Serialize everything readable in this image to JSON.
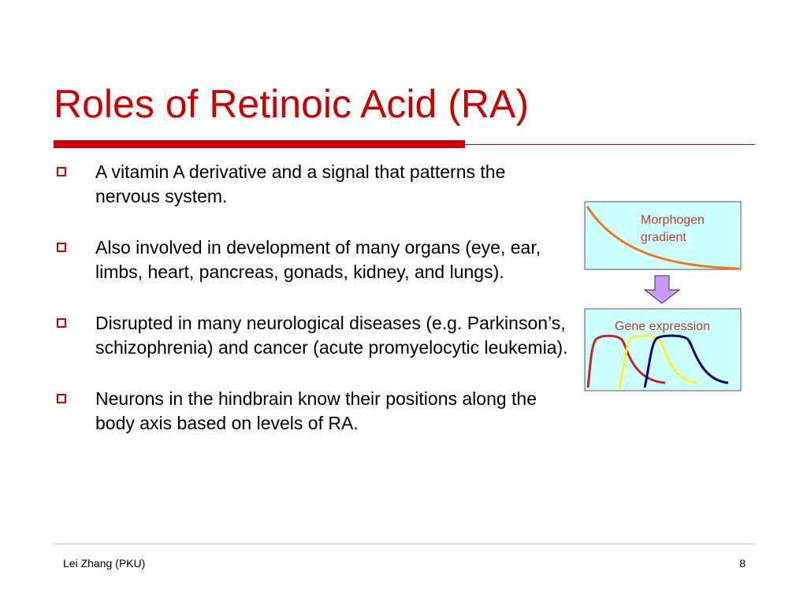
{
  "slide": {
    "title": "Roles of Retinoic Acid (RA)",
    "bullets": [
      "A vitamin A derivative and a signal that patterns the nervous system.",
      "Also involved in development of many organs (eye, ear, limbs, heart, pancreas, gonads, kidney, and lungs).",
      "Disrupted in many neurological diseases (e.g. Parkinson’s, schizophrenia) and cancer (acute promyelocytic leukemia).",
      "Neurons in the hindbrain know their positions along the body axis based on levels of RA."
    ]
  },
  "diagram": {
    "top_label_line1": "Morphogen",
    "top_label_line2": "gradient",
    "bottom_label": "Gene expression"
  },
  "footer": {
    "author": "Lei Zhang (PKU)",
    "page_number": "8"
  },
  "colors": {
    "accent": "#cc0000",
    "panel_fill": "#ccffff",
    "gradient_curve": "#f07818",
    "arrow_fill": "#cc99ff",
    "curve_red": "#cc2222",
    "curve_yellow": "#ffee33",
    "curve_navy": "#000080"
  }
}
